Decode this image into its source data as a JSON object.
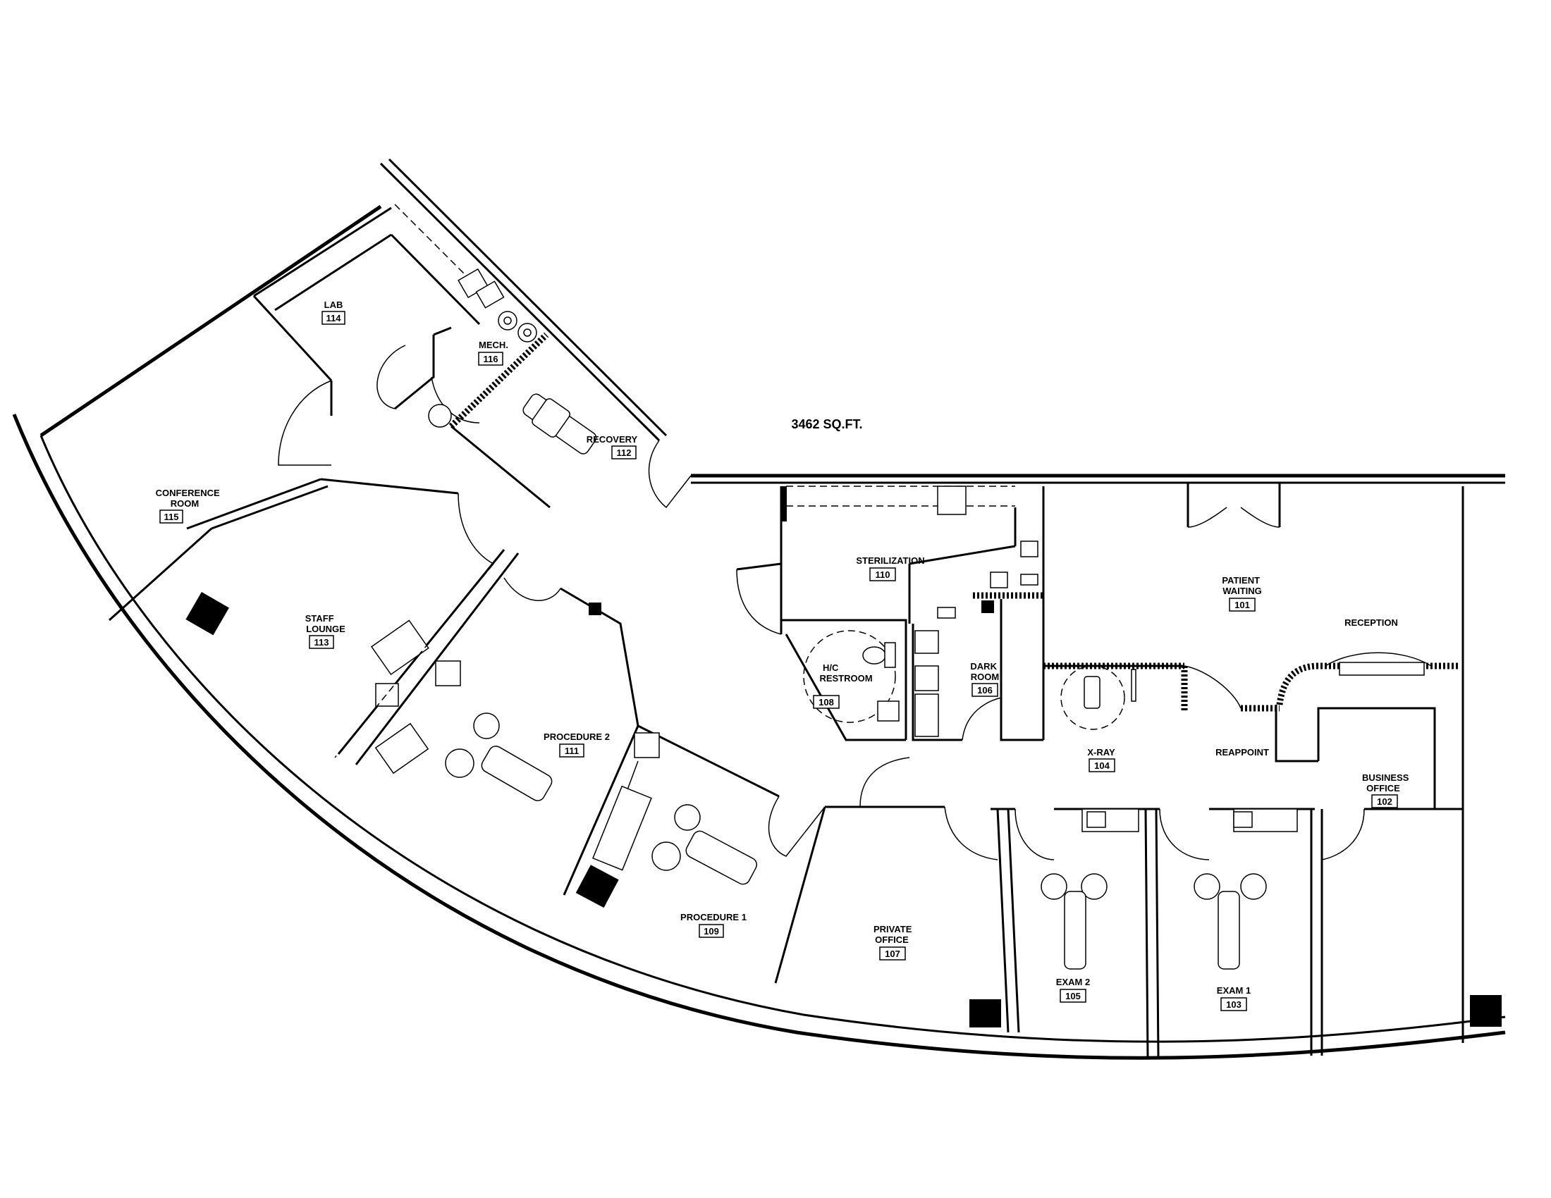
{
  "total_area": "3462 SQ.FT.",
  "rooms": [
    {
      "name": "LAB",
      "number": "114"
    },
    {
      "name": "MECH.",
      "number": "116"
    },
    {
      "name": "RECOVERY",
      "number": "112"
    },
    {
      "name": "CONFERENCE ROOM",
      "number": "115"
    },
    {
      "name": "STAFF LOUNGE",
      "number": "113"
    },
    {
      "name": "PROCEDURE 2",
      "number": "111"
    },
    {
      "name": "STERILIZATION",
      "number": "110"
    },
    {
      "name": "H/C RESTROOM",
      "number": "108"
    },
    {
      "name": "DARK ROOM",
      "number": "106"
    },
    {
      "name": "PATIENT WAITING",
      "number": "101"
    },
    {
      "name": "RECEPTION",
      "number": ""
    },
    {
      "name": "X-RAY",
      "number": "104"
    },
    {
      "name": "REAPPOINT",
      "number": ""
    },
    {
      "name": "BUSINESS OFFICE",
      "number": "102"
    },
    {
      "name": "PROCEDURE 1",
      "number": "109"
    },
    {
      "name": "PRIVATE OFFICE",
      "number": "107"
    },
    {
      "name": "EXAM 2",
      "number": "105"
    },
    {
      "name": "EXAM 1",
      "number": "103"
    }
  ]
}
